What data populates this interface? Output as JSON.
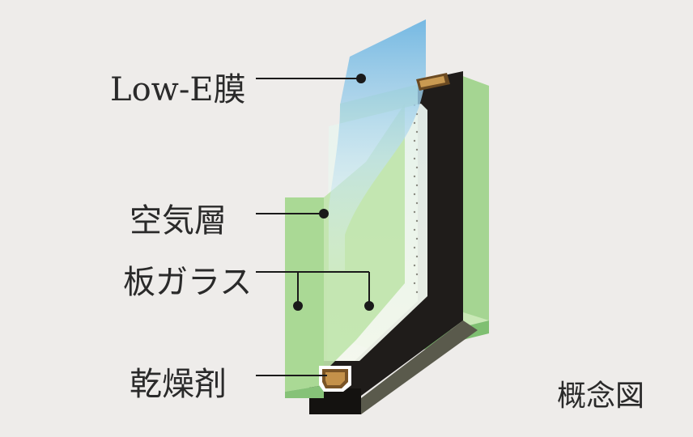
{
  "labels": {
    "low_e": "Low-E膜",
    "air_layer": "空気層",
    "plate_glass": "板ガラス",
    "desiccant": "乾燥剤",
    "concept": "概念図"
  },
  "colors": {
    "background": "#eeecea",
    "glass_green": "#a8d69a",
    "glass_green_dark": "#7fbf72",
    "low_e_blue": "#7fbfe6",
    "spacer": "#1a1a1a",
    "desiccant": "#b58a3a",
    "leader_line": "#1a1a1a"
  }
}
